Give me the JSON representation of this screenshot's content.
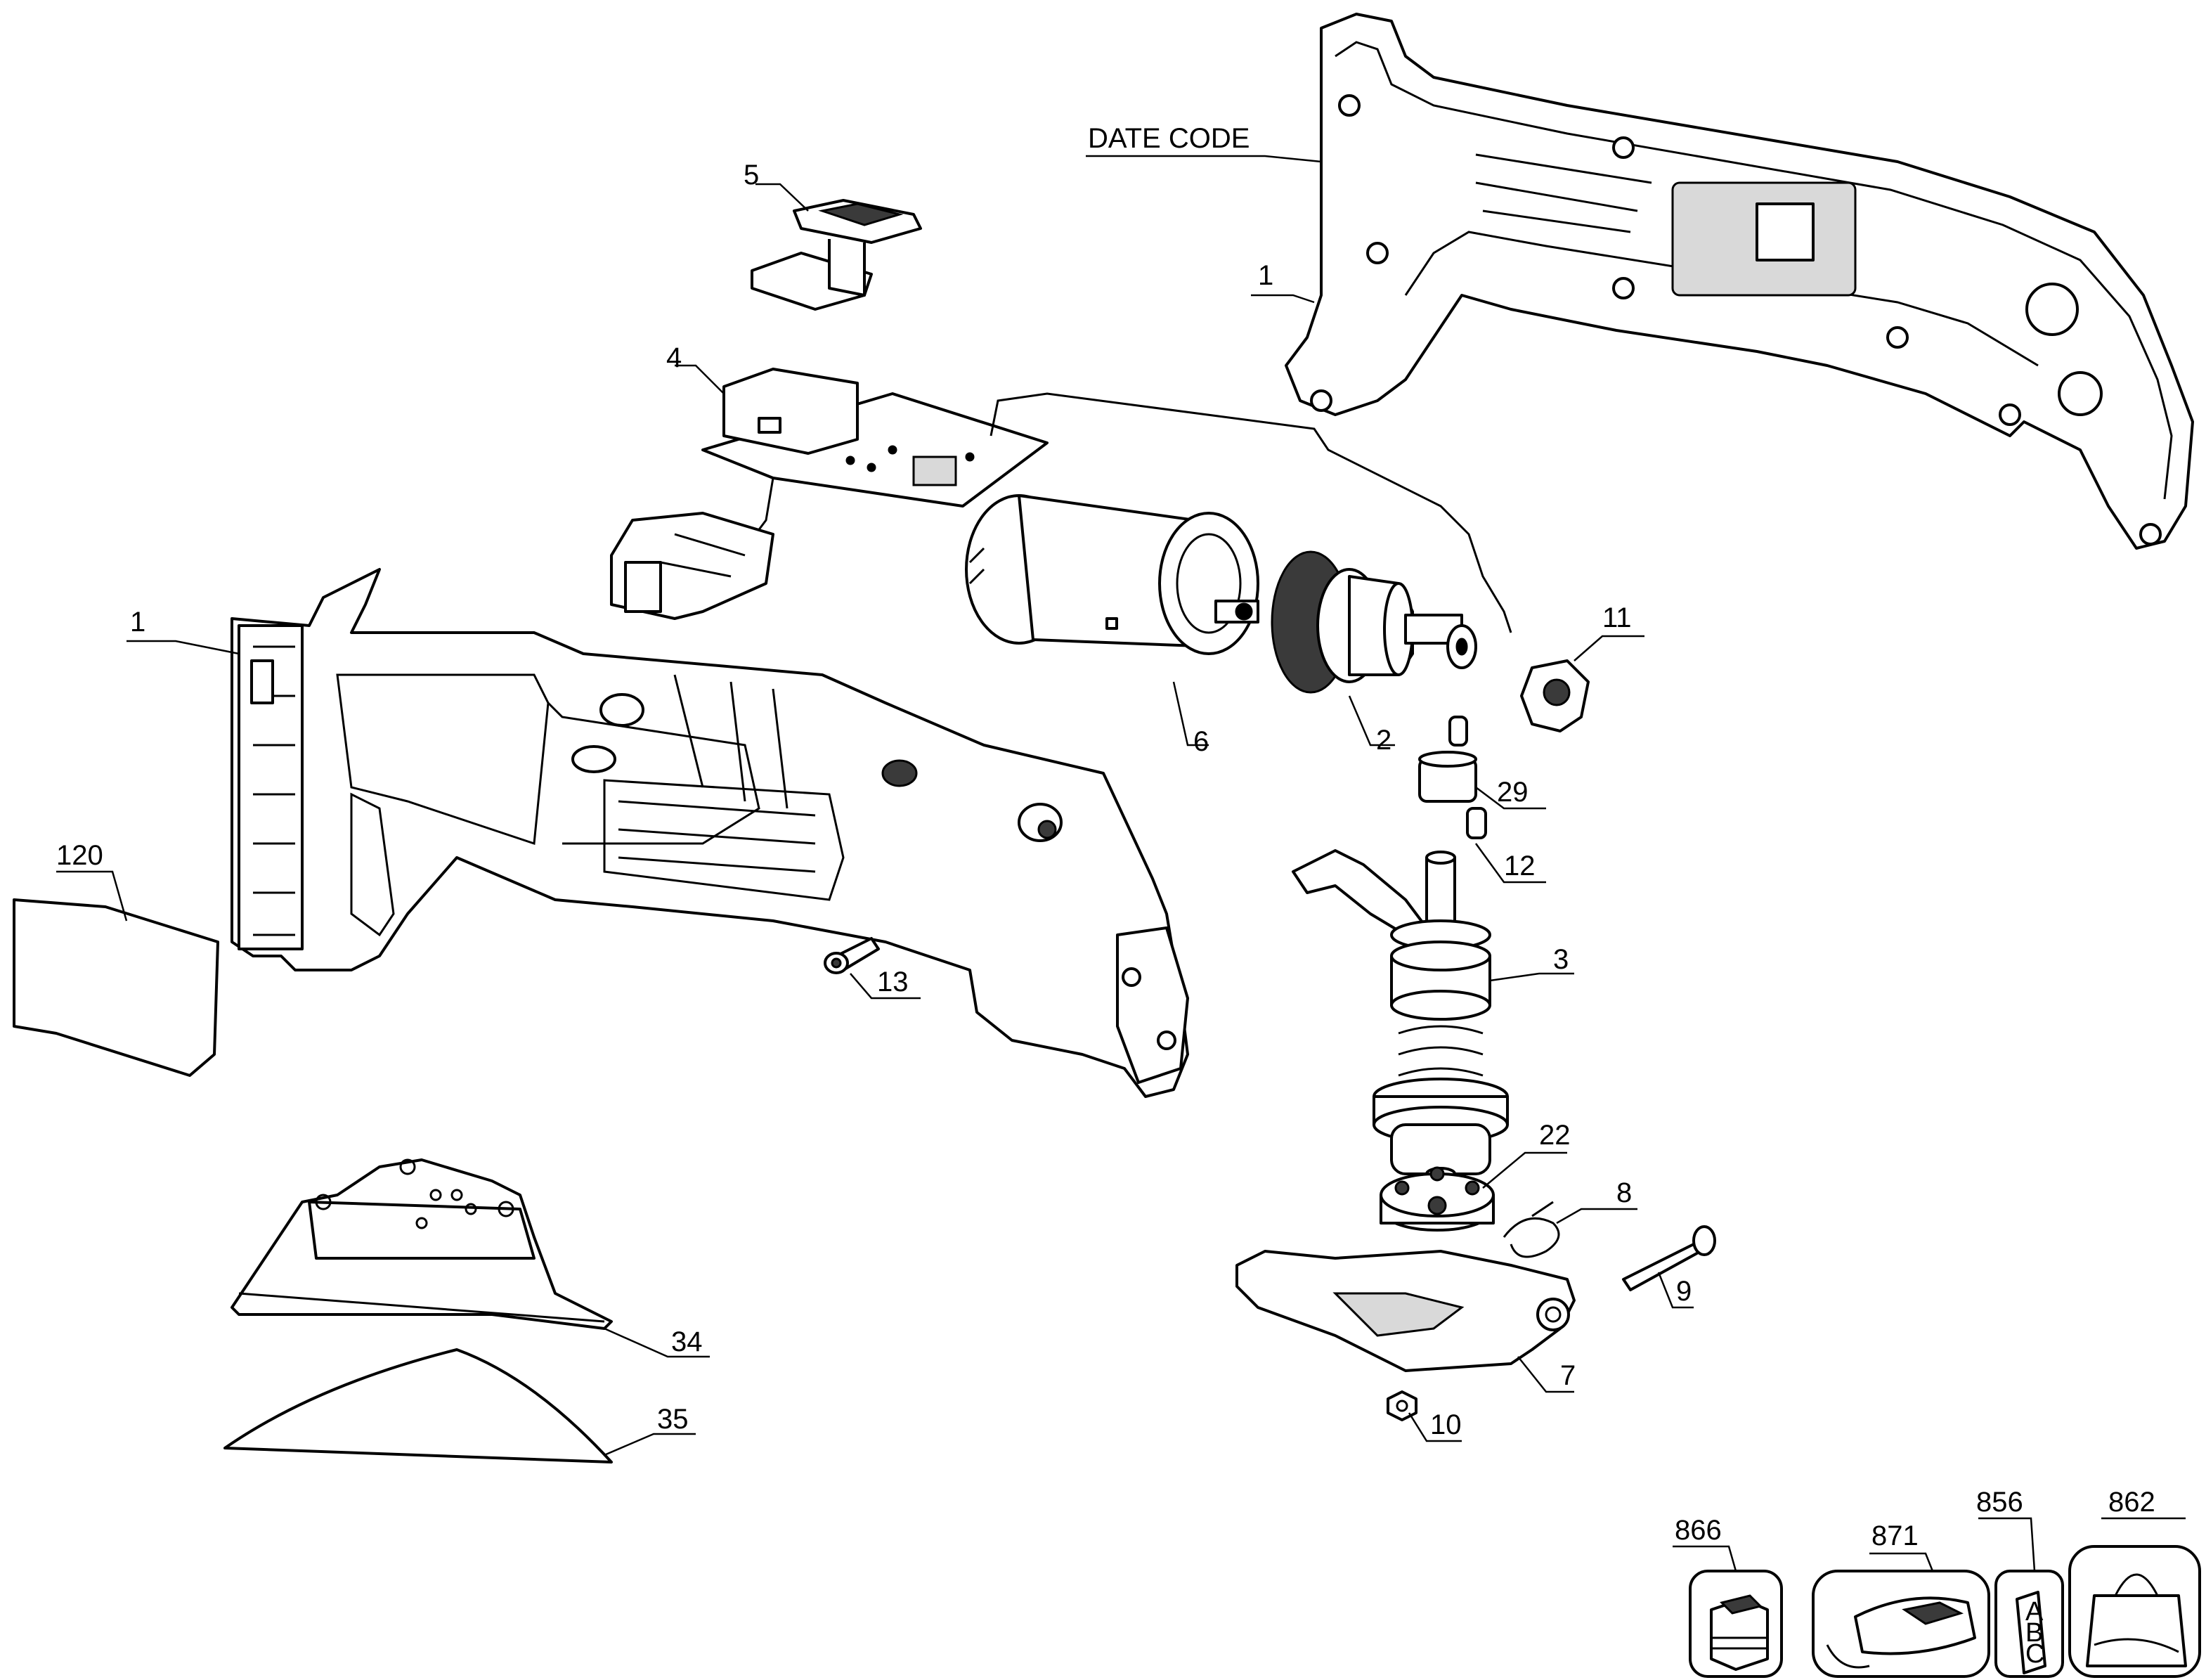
{
  "callouts": {
    "date_code": "DATE CODE",
    "housing_right": "1",
    "housing_left": "1",
    "part_2": "2",
    "part_3": "3",
    "part_4": "4",
    "part_5": "5",
    "part_6": "6",
    "part_7": "7",
    "part_8": "8",
    "part_9": "9",
    "part_10": "10",
    "part_11": "11",
    "part_12": "12",
    "part_13": "13",
    "part_22": "22",
    "part_29": "29",
    "part_34": "34",
    "part_35": "35",
    "part_120": "120",
    "part_866": "866",
    "part_871": "871",
    "part_856": "856",
    "part_862": "862"
  },
  "manual_letters": [
    "A",
    "B",
    "C"
  ]
}
